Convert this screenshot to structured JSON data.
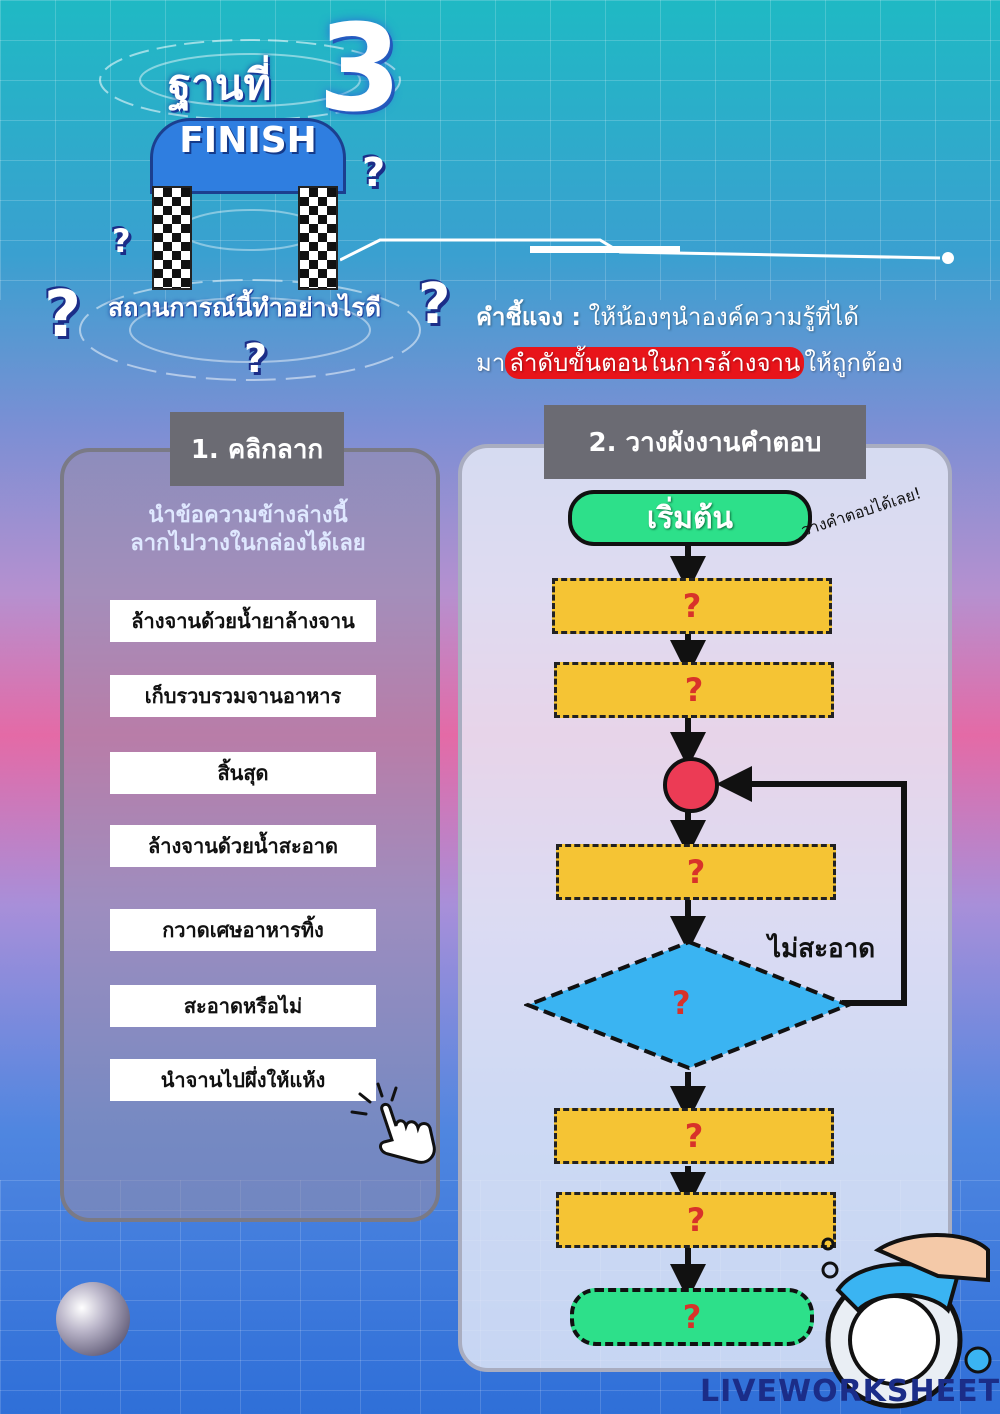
{
  "header": {
    "station_label": "ฐานที่",
    "station_number": "3",
    "finish_label": "FINISH",
    "scenario_label": "สถานการณ์นี้ทำอย่างไรดี",
    "question_mark": "?"
  },
  "instructions": {
    "prefix": "คำชี้แจง :",
    "line1_rest": "ให้น้องๆนำองค์ความรู้ที่ได้",
    "line2_start": "มา",
    "line2_highlight": "ลำดับขั้นตอนในการล้างจาน",
    "line2_end": "ให้ถูกต้อง",
    "highlight_color": "#e8141a"
  },
  "left_panel": {
    "header": "1. คลิกลาก",
    "hint_line1": "นำข้อความข้างล่างนี้",
    "hint_line2": "ลากไปวางในกล่องได้เลย",
    "cards": [
      "ล้างจานด้วยน้ำยาล้างจาน",
      "เก็บรวบรวมจานอาหาร",
      "สิ้นสุด",
      "ล้างจานด้วยน้ำสะอาด",
      "กวาดเศษอาหารทิ้ง",
      "สะอาดหรือไม่",
      "นำจานไปผึ่งให้แห้ง"
    ],
    "pointer_icon": "hand-pointer-icon"
  },
  "right_panel": {
    "header": "2. วางผังงานคำตอบ",
    "start_label": "เริ่มต้น",
    "answer_hint": "วางคำตอบได้เลย!",
    "placeholder": "?",
    "not_clean_label": "ไม่สะอาด",
    "colors": {
      "process": "#f5c434",
      "terminal": "#2de08a",
      "decision": "#3ab4f2",
      "connector": "#ec3b55"
    }
  },
  "watermark": "LIVEWORKSHEETS"
}
